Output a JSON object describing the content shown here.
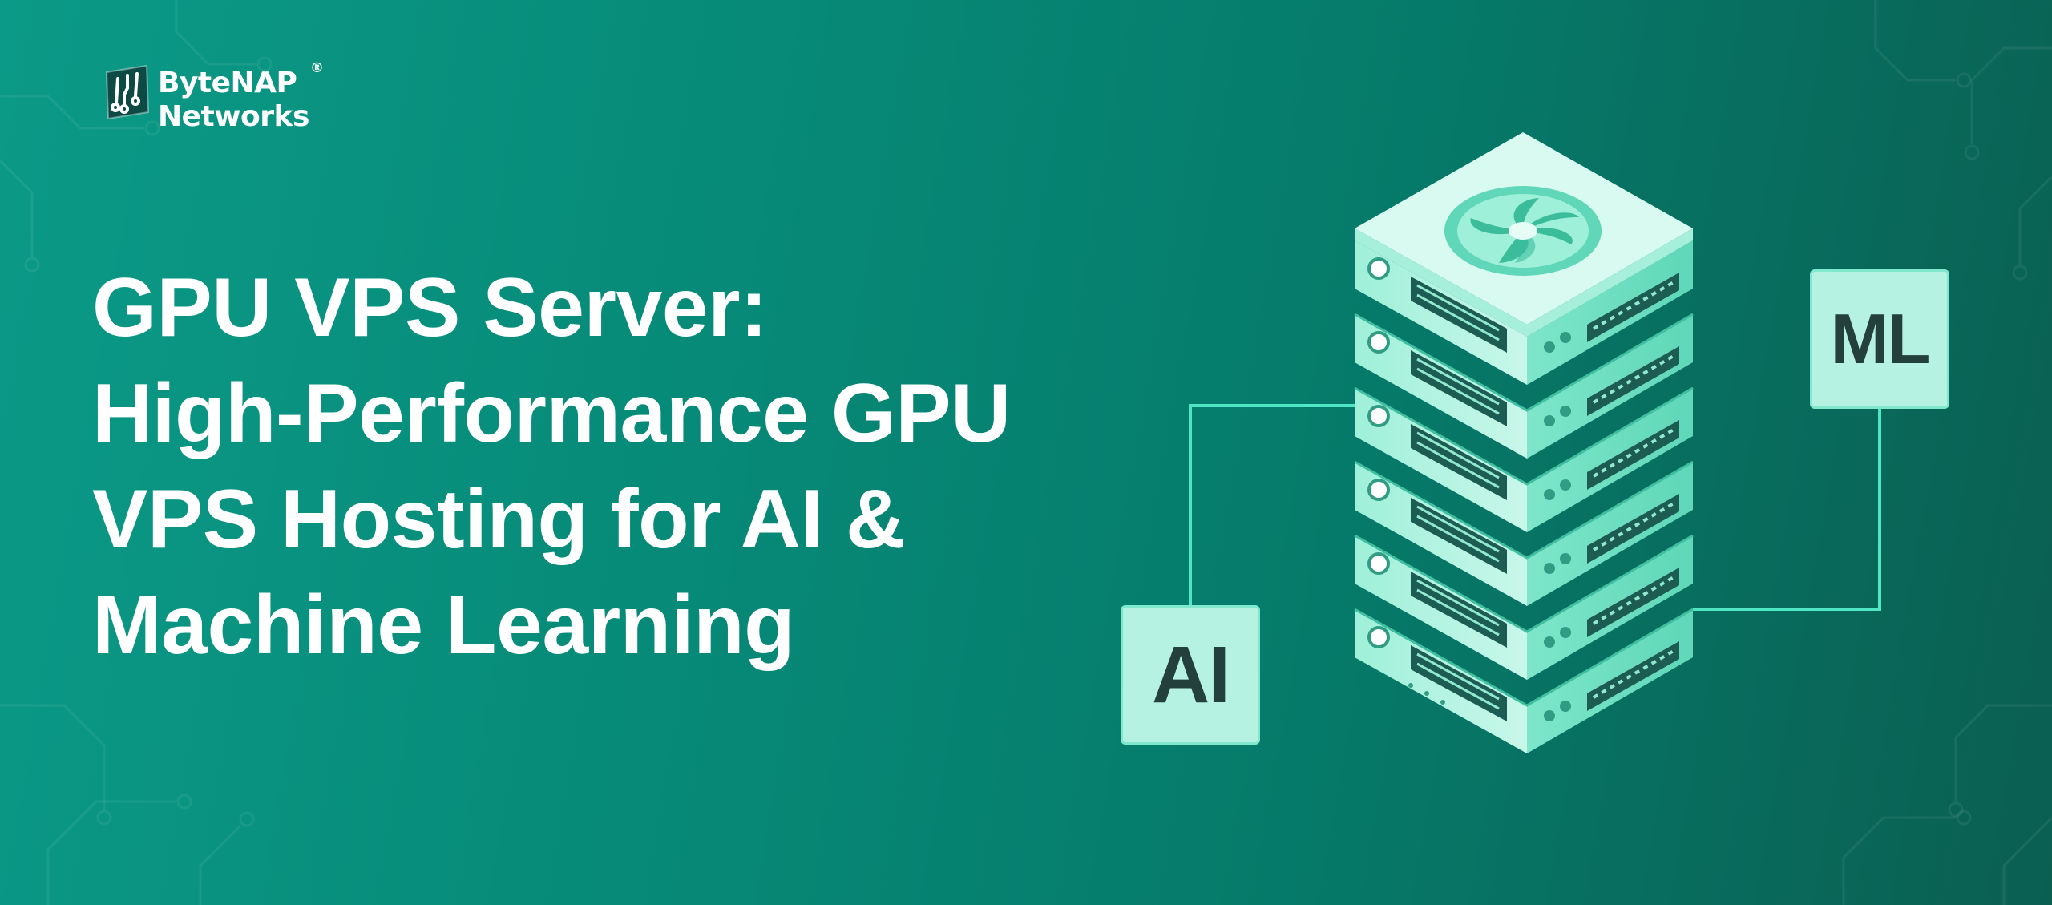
{
  "brand": {
    "name": "ByteNAP",
    "registered_mark": "®",
    "subtitle": "Networks"
  },
  "headline": {
    "lines": [
      "GPU VPS Server:",
      "High-Performance GPU",
      "VPS Hosting for AI &",
      "Machine Learning"
    ]
  },
  "illustration": {
    "icon": "server-rack-icon",
    "tags": {
      "left": "AI",
      "right": "ML"
    }
  },
  "colors": {
    "background_start": "#0b9a87",
    "background_end": "#0a5f51",
    "accent_mint": "#b6f2e1",
    "connector_line": "#4fe6c4",
    "tag_text": "#23403c"
  }
}
